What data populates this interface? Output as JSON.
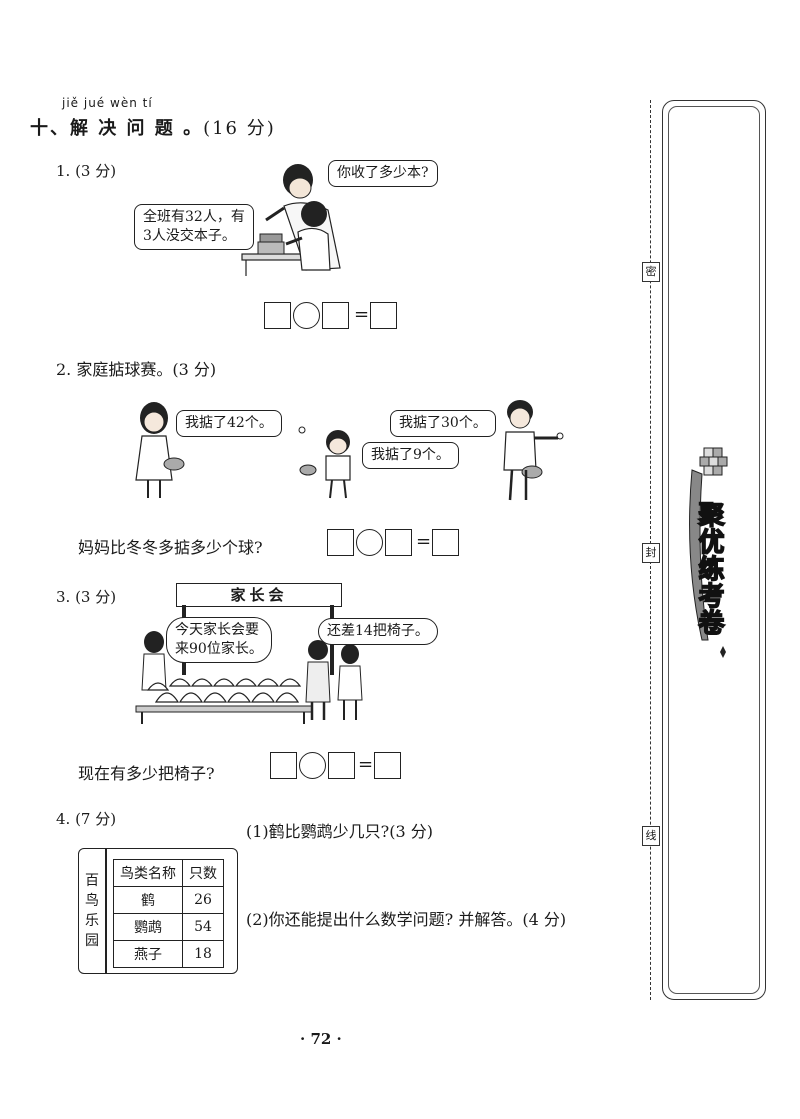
{
  "section": {
    "pinyin": "jiě jué wèn tí",
    "title": "十、解 决 问 题 。",
    "points": "(16 分)"
  },
  "q1": {
    "label": "1. (3 分)",
    "bubble_teacher": "你收了多少本?",
    "bubble_student_line1": "全班有32人，有",
    "bubble_student_line2": "3人没交本子。",
    "equals": "="
  },
  "q2": {
    "label": "2. 家庭掂球赛。(3 分)",
    "bubble_mom": "我掂了42个。",
    "bubble_dad": "我掂了30个。",
    "bubble_kid": "我掂了9个。",
    "question": "妈妈比冬冬多掂多少个球?",
    "equals": "="
  },
  "q3": {
    "label": "3. (3 分)",
    "banner": "家长会",
    "bubble_left_line1": "今天家长会要",
    "bubble_left_line2": "来90位家长。",
    "bubble_right": "还差14把椅子。",
    "question": "现在有多少把椅子?",
    "equals": "="
  },
  "q4": {
    "label": "4. (7 分)",
    "sub1": "(1)鹤比鹦鹉少几只?(3 分)",
    "sub2": "(2)你还能提出什么数学问题? 并解答。(4 分)",
    "table_caption": "百鸟乐园",
    "table_headers": [
      "鸟类名称",
      "只数"
    ],
    "table_rows": [
      {
        "name": "鹤",
        "count": "26"
      },
      {
        "name": "鹦鹉",
        "count": "54"
      },
      {
        "name": "燕子",
        "count": "18"
      }
    ]
  },
  "footer": {
    "page_number": "· 72 ·"
  },
  "sidebar": {
    "seal_chars": [
      "密",
      "封",
      "线"
    ],
    "title": "聚优练考卷"
  }
}
